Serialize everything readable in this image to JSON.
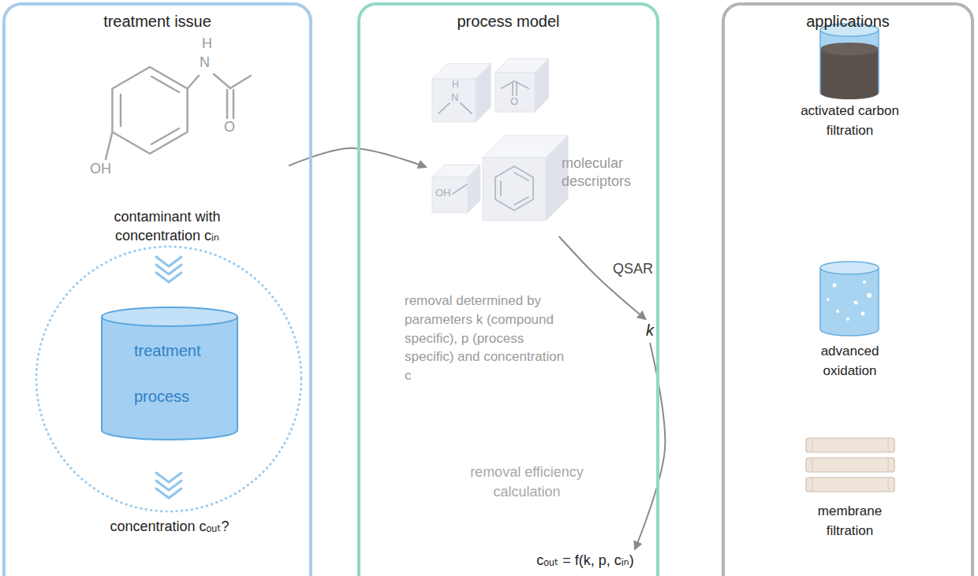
{
  "diagram": {
    "nodes": [
      {
        "text": [
          "treatment issue"
        ]
      },
      {
        "text": [
          "contaminant with concentration cᵢₙ"
        ],
        "in": 0
      },
      {
        "text": [
          "treatment process"
        ],
        "in": 0
      },
      {
        "text": [
          "concentration cₒᵤₜ?"
        ],
        "in": 0
      },
      {
        "text": [
          "process model"
        ]
      },
      {
        "text": [
          "molecular descriptors"
        ],
        "in": 4
      },
      {
        "text": [
          "k"
        ],
        "in": 4
      },
      {
        "text": [
          "cₒᵤₜ = f(k, p, cᵢₙ)"
        ],
        "in": 4
      },
      {
        "text": [
          "applications"
        ]
      },
      {
        "text": [
          "activated carbon filtration"
        ],
        "in": 8
      },
      {
        "text": [
          "advanced oxidation"
        ],
        "in": 8
      },
      {
        "text": [
          "membrane filtration"
        ],
        "in": 8
      }
    ],
    "edges": [
      {
        "from": 1,
        "to": 5,
        "arrow": "to"
      },
      {
        "from": 5,
        "to": 6,
        "label": "QSAR",
        "arrow": "to"
      },
      {
        "from": 6,
        "to": 7,
        "label": "removal efficiency calculation",
        "arrow": "to"
      }
    ],
    "labels": [
      "removal determined by parameters k (compound specific), p (process specific) and concentration c",
      "H",
      "N",
      "O",
      "OH",
      "H",
      "N",
      "O",
      "OH"
    ]
  }
}
